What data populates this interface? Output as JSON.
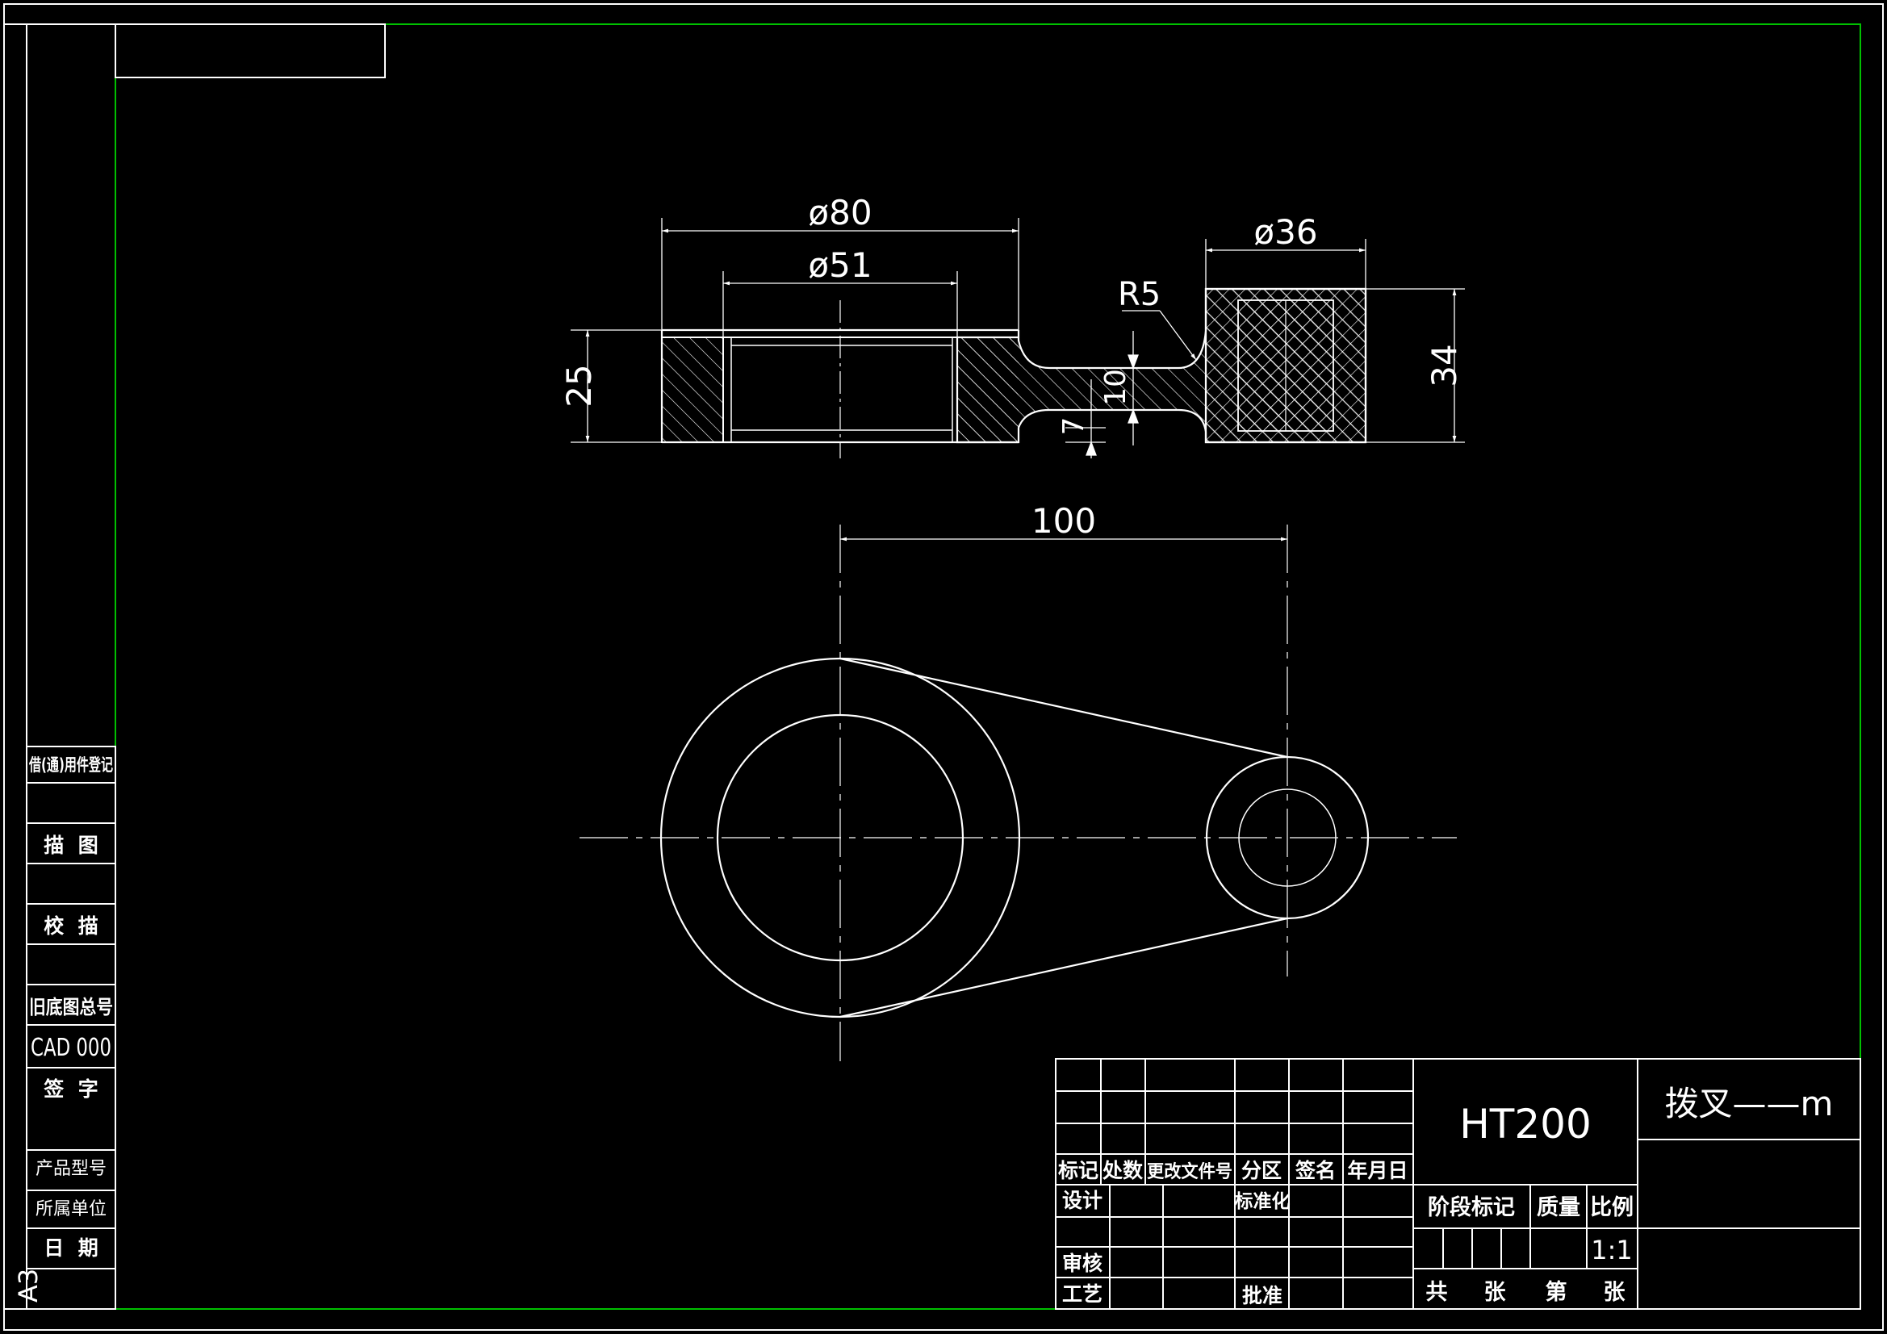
{
  "sheet": {
    "size_mark": "A3",
    "border_color": "#ffffff",
    "frame_color": "#00c000",
    "background": "#000000"
  },
  "side_panel": {
    "rows": [
      "借(通)用件登记",
      "描  图",
      "校  描",
      "旧底图总号",
      "CAD 000",
      "签  字",
      "产品型号",
      "所属单位",
      "日  期"
    ]
  },
  "drawing": {
    "section_view": {
      "dims": {
        "d_outer": "ø80",
        "d_bore": "ø51",
        "d_boss": "ø36",
        "radius": "R5",
        "height_left": "25",
        "height_right": "34",
        "web_height": "10",
        "web_offset": "7"
      }
    },
    "plan_view": {
      "center_distance": "100"
    }
  },
  "title_block": {
    "material": "HT200",
    "part_name": "拨叉——m",
    "revision_headers": [
      "标记",
      "处数",
      "更改文件号",
      "分区",
      "签名",
      "年月日"
    ],
    "design": "设计",
    "standardize": "标准化",
    "review": "审核",
    "process": "工艺",
    "approve": "批准",
    "stage_mark": "阶段标记",
    "mass": "质量",
    "scale_label": "比例",
    "scale_value": "1:1",
    "sheet_total": "共",
    "sheet_unit": "张",
    "sheet_no": "第",
    "sheet_unit2": "张"
  }
}
